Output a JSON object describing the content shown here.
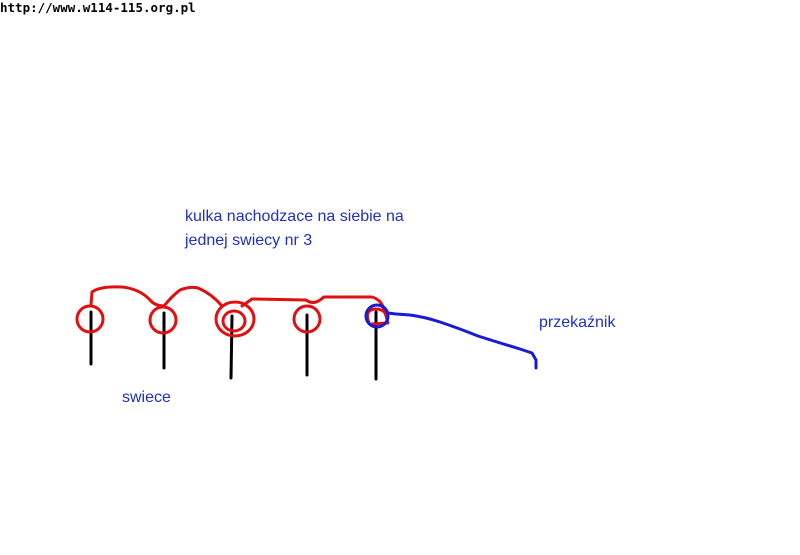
{
  "watermark": {
    "url": "http://www.w114-115.org.pl"
  },
  "labels": {
    "note_line1": "kulka nachodzace na siebie na",
    "note_line2": "jednej swiecy nr 3",
    "plugs": "swiece",
    "relay": "przekaźnik"
  },
  "colors": {
    "wire": "#e01010",
    "relay_wire": "#1a1ad6",
    "text": "#1f2fc8",
    "plug": "#000000"
  }
}
